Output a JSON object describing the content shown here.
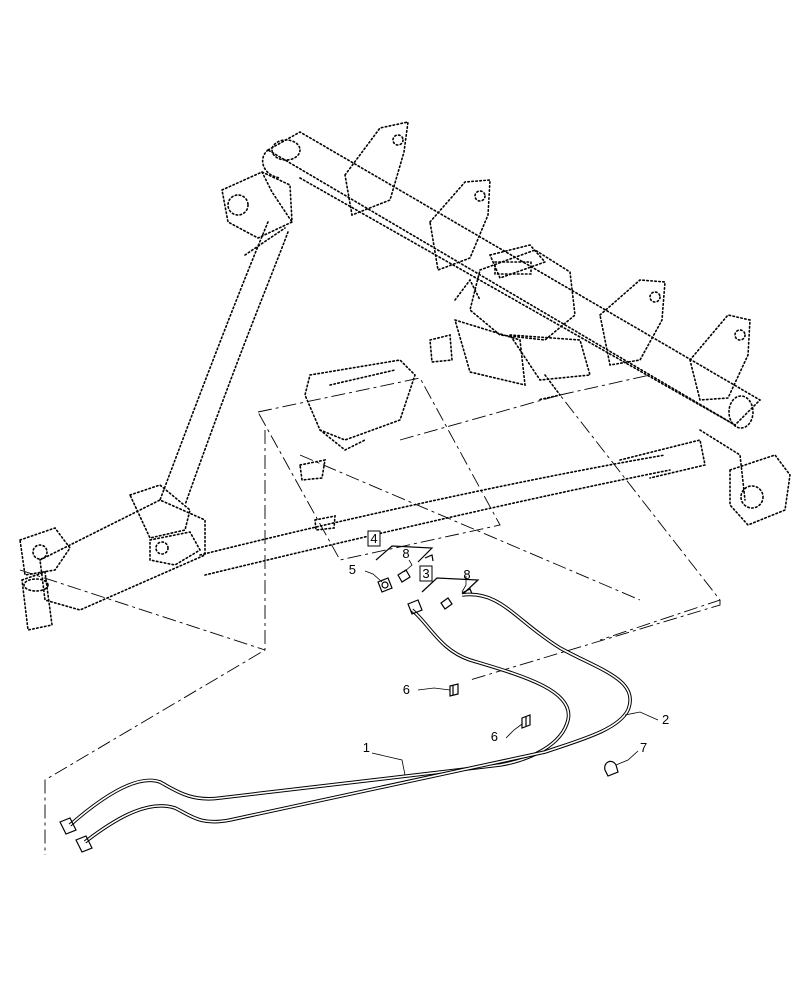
{
  "diagram": {
    "callouts": [
      {
        "id": "c1",
        "label": "1"
      },
      {
        "id": "c2",
        "label": "2"
      },
      {
        "id": "c3",
        "label": "3",
        "boxed": true
      },
      {
        "id": "c4",
        "label": "4",
        "boxed": true
      },
      {
        "id": "c5",
        "label": "5"
      },
      {
        "id": "c6a",
        "label": "6"
      },
      {
        "id": "c6b",
        "label": "6"
      },
      {
        "id": "c7",
        "label": "7"
      },
      {
        "id": "c8a",
        "label": "8"
      },
      {
        "id": "c8b",
        "label": "8"
      }
    ]
  }
}
